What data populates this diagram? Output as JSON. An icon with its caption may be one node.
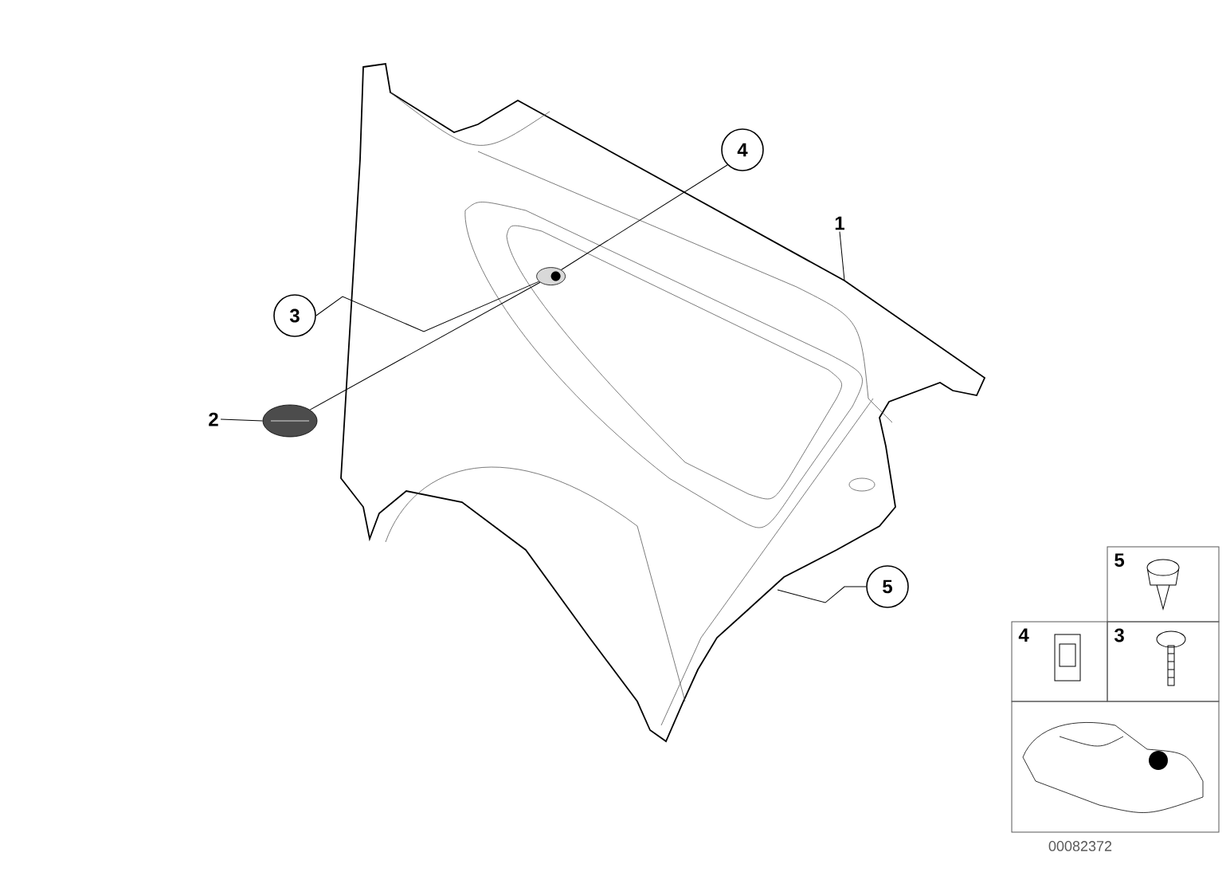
{
  "diagram": {
    "nodes": [
      {
        "text": [],
        "shape": "picture"
      },
      {
        "text": [
          "1"
        ]
      },
      {
        "text": [
          "2"
        ]
      },
      {
        "text": [],
        "shape": "picture"
      },
      {
        "text": [
          "3"
        ]
      },
      {
        "text": [
          "4"
        ]
      },
      {
        "text": [],
        "shape": "circle",
        "in": 0
      },
      {
        "text": [
          "5"
        ]
      },
      {
        "text": [
          "5"
        ]
      },
      {
        "text": [
          "4"
        ]
      },
      {
        "text": [
          "3"
        ]
      },
      {
        "text": [],
        "shape": "box"
      }
    ],
    "edges": [
      {
        "from": 1,
        "to": 0,
        "arrow": "none"
      },
      {
        "from": 2,
        "to": 3,
        "arrow": "none"
      },
      {
        "from": 4,
        "to": 6,
        "arrow": "none"
      },
      {
        "from": 5,
        "to": 6,
        "arrow": "none"
      },
      {
        "from": 3,
        "to": 6,
        "arrow": "none"
      },
      {
        "from": 7,
        "to": 0,
        "arrow": "none"
      }
    ],
    "labels": [
      "00082372"
    ]
  }
}
